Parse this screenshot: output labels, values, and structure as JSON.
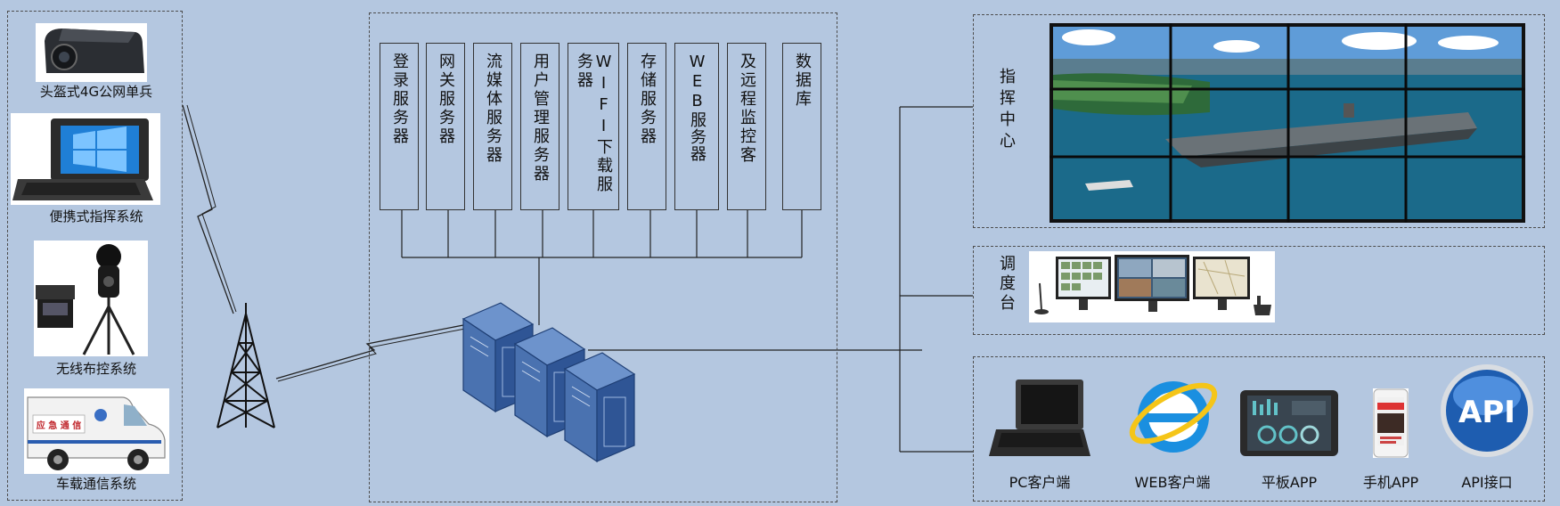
{
  "field_devices": [
    {
      "label": "头盔式4G公网单兵",
      "icon": "helmet-camera-icon"
    },
    {
      "label": "便携式指挥系统",
      "icon": "rugged-laptop-icon"
    },
    {
      "label": "无线布控系统",
      "icon": "surveillance-tripod-icon"
    },
    {
      "label": "车载通信系统",
      "icon": "emergency-vehicle-icon"
    }
  ],
  "vehicle_sign": "应 急 通 信",
  "servers": [
    {
      "label": "登录服务器"
    },
    {
      "label": "网关服务器"
    },
    {
      "label": "流媒体服务器"
    },
    {
      "label": "用户管理服务器"
    },
    {
      "label": "WIFI下载服务器"
    },
    {
      "label": "存储服务器"
    },
    {
      "label": "WEB服务器"
    },
    {
      "label": "及远程监控客"
    },
    {
      "label": "数据库"
    }
  ],
  "command_center": {
    "label": "指挥中心",
    "icon": "video-wall-icon"
  },
  "dispatch_console": {
    "label": "调度台",
    "icon": "dispatch-console-icon"
  },
  "clients": [
    {
      "label": "PC客户端",
      "icon": "laptop-icon"
    },
    {
      "label": "WEB客户端",
      "icon": "internet-explorer-icon"
    },
    {
      "label": "平板APP",
      "icon": "tablet-icon"
    },
    {
      "label": "手机APP",
      "icon": "smartphone-icon"
    },
    {
      "label": "API接口",
      "icon": "api-icon"
    }
  ],
  "api_badge": "API",
  "colors": {
    "background": "#b4c7e0",
    "server_rack": "#4a72b0",
    "server_rack_dark": "#1f3f75",
    "line": "#222222"
  }
}
